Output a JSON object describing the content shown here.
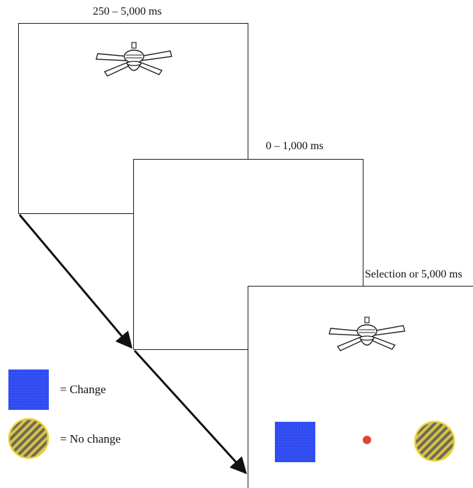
{
  "stages": [
    {
      "label": "250 – 5,000 ms"
    },
    {
      "label": "0 – 1,000 ms"
    },
    {
      "label": "Selection or 5,000 ms"
    }
  ],
  "legend": {
    "change": {
      "label": "= Change",
      "shape": "blue-square-icon"
    },
    "no_change": {
      "label": "= No change",
      "shape": "hatched-yellow-circle-icon"
    }
  },
  "colors": {
    "change_blue": "#2f4bf0",
    "hatch_yellow": "#d8c04a",
    "hatch_stripe": "#6b6a55",
    "fixation_red": "#e34234",
    "frame": "#1a1a1a"
  },
  "icons": [
    "ceiling-fan-icon",
    "arrow-icon",
    "fixation-dot-icon"
  ]
}
